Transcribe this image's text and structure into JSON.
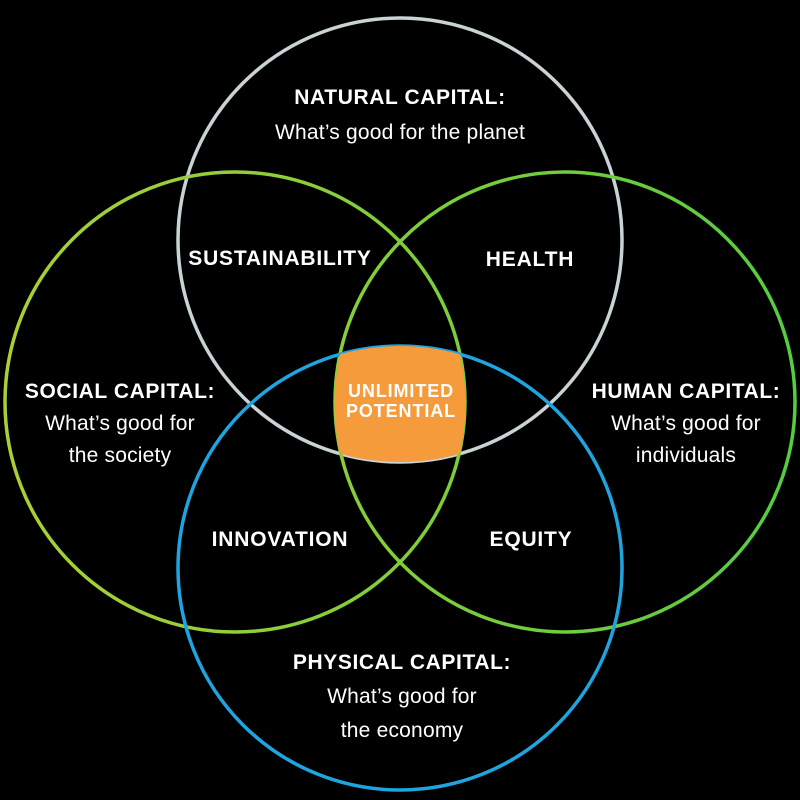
{
  "colors": {
    "gray_circle": "#C9D2D4",
    "green_gradient_left": "#ACCF35",
    "green_gradient_right": "#55CC41",
    "blue_circle": "#1FA4DF",
    "orange_center": "#F59B3B",
    "text": "#FFFFFF"
  },
  "diagram": {
    "circles": [
      {
        "label": "NATURAL CAPITAL:",
        "sublabel_lines": [
          "What’s good for the planet"
        ]
      },
      {
        "label": "SOCIAL CAPITAL:",
        "sublabel_lines": [
          "What’s good for",
          "the society"
        ]
      },
      {
        "label": "HUMAN CAPITAL:",
        "sublabel_lines": [
          "What’s good for",
          "individuals"
        ]
      },
      {
        "label": "PHYSICAL CAPITAL:",
        "sublabel_lines": [
          "What’s good for",
          "the economy"
        ]
      }
    ],
    "intersections": [
      {
        "label": "SUSTAINABILITY"
      },
      {
        "label": "HEALTH"
      },
      {
        "label": "INNOVATION"
      },
      {
        "label": "EQUITY"
      }
    ],
    "center": {
      "lines": [
        "UNLIMITED",
        "POTENTIAL"
      ]
    }
  }
}
